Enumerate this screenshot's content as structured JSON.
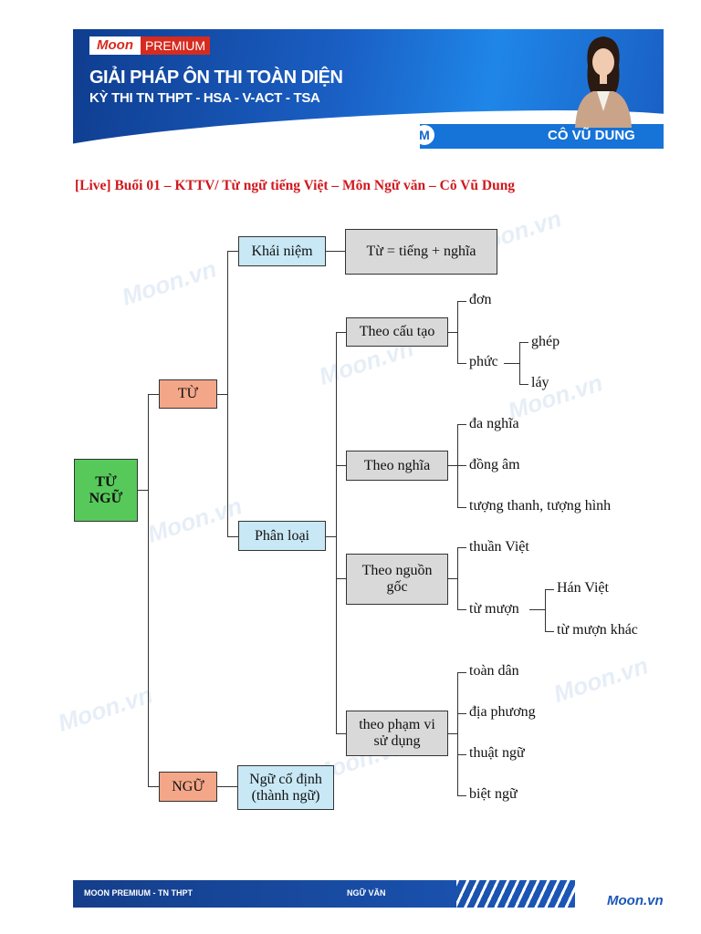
{
  "header": {
    "logo_moon": "Moon",
    "logo_premium": "PREMIUM",
    "line1": "GIẢI PHÁP ÔN THI TOÀN DIỆN",
    "line2": "KỲ THI TN THPT - HSA - V-ACT - TSA",
    "badge": "M",
    "teacher": "CÔ VŨ DUNG"
  },
  "title": "[Live] Buổi 01 – KTTV/ Từ ngữ tiếng Việt – Môn Ngữ văn – Cô Vũ Dung",
  "watermark": "Moon.vn",
  "diagram": {
    "root": "TỪ NGỮ",
    "tu": "TỪ",
    "ngu": "NGỮ",
    "khai_niem": "Khái niệm",
    "definition": "Từ = tiếng + nghĩa",
    "phan_loai": "Phân loại",
    "ngu_co_dinh": "Ngữ cố định (thành ngữ)",
    "theo_cau_tao": {
      "label": "Theo cấu tạo",
      "don": "đơn",
      "phuc": "phức",
      "ghep": "ghép",
      "lay": "láy"
    },
    "theo_nghia": {
      "label": "Theo nghĩa",
      "items": [
        "đa nghĩa",
        "đồng âm",
        "tượng thanh, tượng hình"
      ]
    },
    "theo_nguon_goc": {
      "label": "Theo nguồn gốc",
      "thuan_viet": "thuần Việt",
      "tu_muon": "từ mượn",
      "han_viet": "Hán Việt",
      "tu_muon_khac": "từ mượn khác"
    },
    "theo_pham_vi": {
      "label": "theo phạm vi sử dụng",
      "items": [
        "toàn dân",
        "địa phương",
        "thuật ngữ",
        "biệt ngữ"
      ]
    }
  },
  "footer": {
    "left": "MOON PREMIUM - TN THPT",
    "subject": "NGỮ VĂN",
    "logo": "Moon.vn"
  },
  "colors": {
    "banner": "#1a5fc4",
    "title_red": "#d0191e",
    "root_green": "#56c95a",
    "orange": "#f4a688",
    "light_blue": "#c9e8f6",
    "gray": "#d9d9d9"
  }
}
